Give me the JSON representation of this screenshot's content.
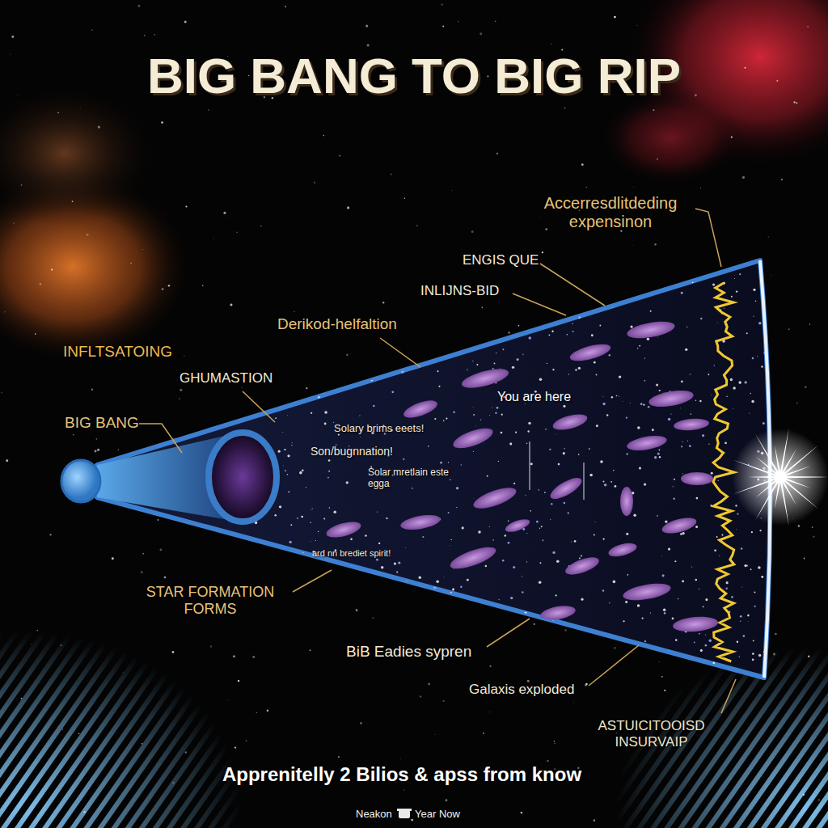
{
  "diagram": {
    "title": "BIG BANG TO BIG RIP",
    "caption": "Apprenitelly 2 Bilios & apss from know",
    "labels": [
      "Accerresdlitdeding expensinon",
      "ENGIS QUE",
      "INLIJNS-BID",
      "Derikod-helfaltion",
      "INFLTSATOING",
      "GHUMASTION",
      "BIG BANG",
      "You are here",
      "Solary brims eeets!",
      "Son/bugnnation!",
      "Solar mretlain este egga",
      "ard nn brediet spirit!",
      "STAR FORMATION FORMS",
      "BiB Eadies sypren",
      "Galaxis exploded",
      "ASTUICITOOISD INSURVAIP",
      "Neakon",
      "Year Now"
    ]
  }
}
